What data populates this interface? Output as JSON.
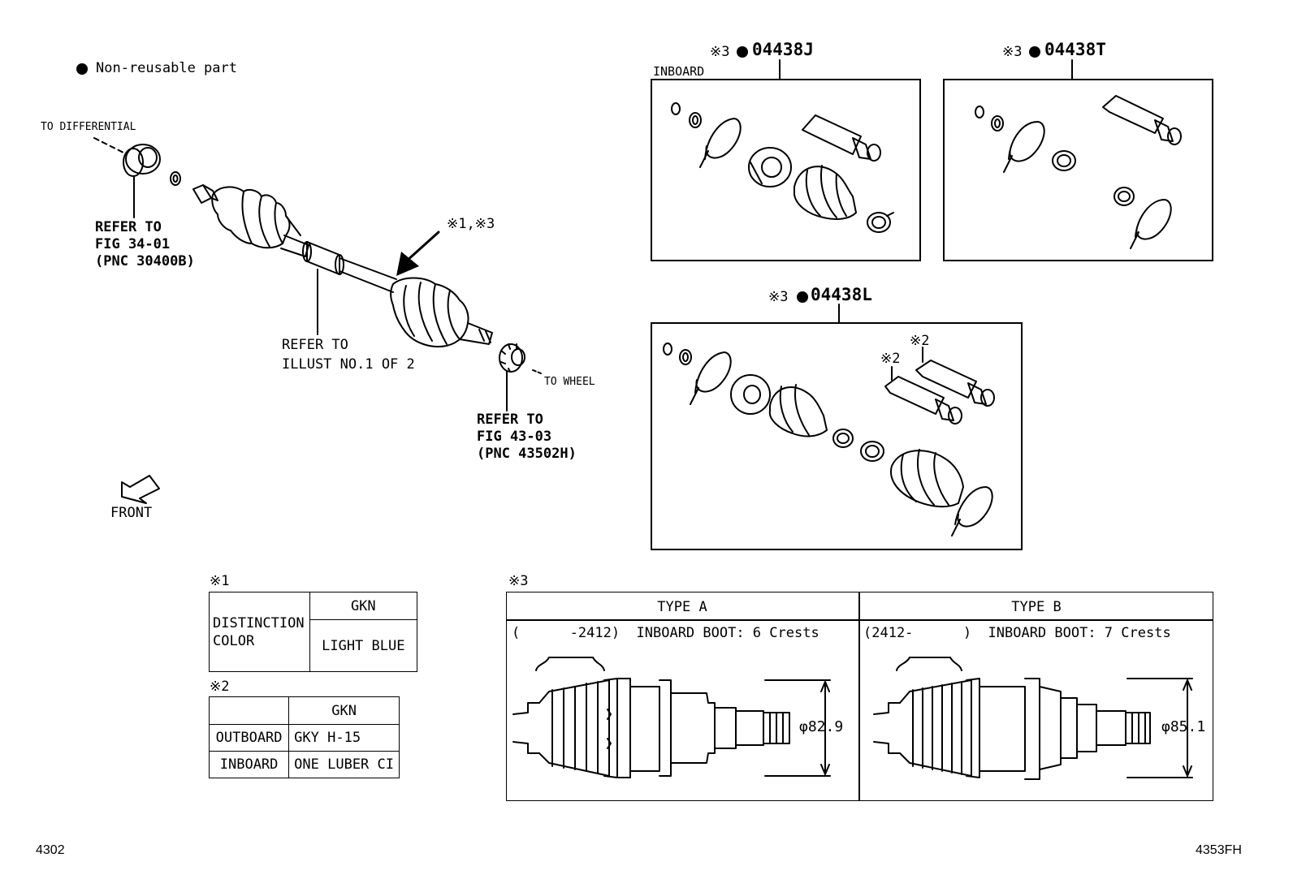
{
  "legend": {
    "text": "Non-reusable part"
  },
  "main": {
    "to_differential": "TO DIFFERENTIAL",
    "to_wheel": "TO WHEEL",
    "refer_diff": [
      "REFER TO",
      "FIG 34-01",
      "(PNC 30400B)"
    ],
    "refer_center": [
      "REFER TO",
      "ILLUST NO.1 OF 2"
    ],
    "refer_wheel": [
      "REFER TO",
      "FIG 43-03",
      "(PNC 43502H)"
    ],
    "shaft_callout": "※1,※3",
    "front": "FRONT"
  },
  "kits": {
    "kit_j": {
      "mark": "※3",
      "code": "04438J",
      "sub": "INBOARD"
    },
    "kit_t": {
      "mark": "※3",
      "code": "04438T"
    },
    "kit_l": {
      "mark": "※3",
      "code": "04438L",
      "tube_mark": "※2"
    }
  },
  "note1": {
    "mark": "※1",
    "header": "GKN",
    "row_label": [
      "DISTINCTION",
      "COLOR"
    ],
    "value": "LIGHT BLUE"
  },
  "note2": {
    "mark": "※2",
    "header": "GKN",
    "rows": [
      {
        "label": "OUTBOARD",
        "value": "GKY H-15"
      },
      {
        "label": "INBOARD",
        "value": "ONE LUBER CI"
      }
    ]
  },
  "note3": {
    "mark": "※3",
    "type_a": {
      "title": "TYPE A",
      "desc": "(      -2412)  INBOARD BOOT: 6 Crests",
      "dim": "φ82.9"
    },
    "type_b": {
      "title": "TYPE B",
      "desc": "(2412-      )  INBOARD BOOT: 7 Crests",
      "dim": "φ85.1"
    }
  },
  "footer": {
    "left": "4302",
    "right": "4353FH"
  }
}
